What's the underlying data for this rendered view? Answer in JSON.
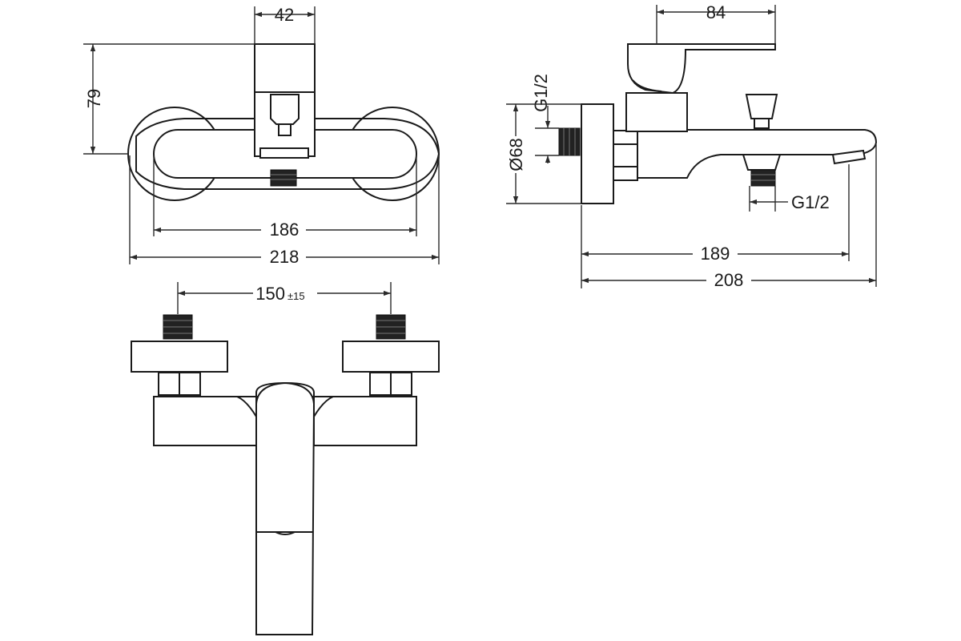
{
  "dimensions": {
    "front": {
      "handle_width": "42",
      "height": "79",
      "inner_width": "186",
      "overall_width": "218"
    },
    "side": {
      "handle_length": "84",
      "inlet_thread": "G1/2",
      "flange_diameter": "Ø68",
      "outlet_thread": "G1/2",
      "spout_reach": "189",
      "overall_depth": "208"
    },
    "bottom": {
      "center_distance": "150",
      "tolerance": "±15"
    }
  },
  "colors": {
    "line": "#1a1a1a",
    "thread": "#222222",
    "background": "#ffffff"
  }
}
